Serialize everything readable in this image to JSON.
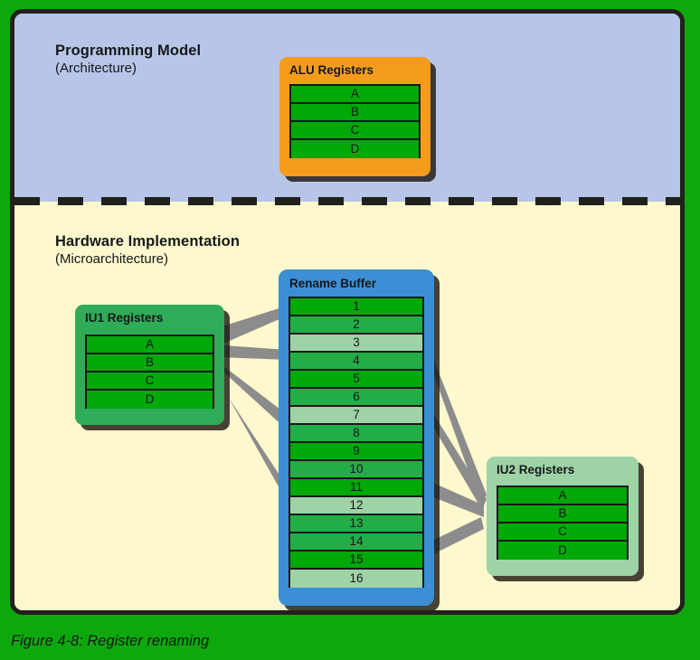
{
  "figure": {
    "caption": "Figure 4-8: Register renaming",
    "page_background": "#0da80d"
  },
  "zones": {
    "architecture": {
      "title": "Programming Model",
      "subtitle": "(Architecture)",
      "background": "#b7c6e8"
    },
    "microarchitecture": {
      "title": "Hardware Implementation",
      "subtitle": "(Microarchitecture)",
      "background": "#fdf8cd"
    }
  },
  "cards": {
    "alu": {
      "title": "ALU Registers",
      "background": "#f59c1d",
      "rows": [
        "A",
        "B",
        "C",
        "D"
      ]
    },
    "iu1": {
      "title": "IU1 Registers",
      "background": "#2fac57",
      "rows": [
        "A",
        "B",
        "C",
        "D"
      ]
    },
    "iu2": {
      "title": "IU2 Registers",
      "background": "#9ed3a6",
      "rows": [
        "A",
        "B",
        "C",
        "D"
      ]
    },
    "rename_buffer": {
      "title": "Rename Buffer",
      "background": "#3c8fd4",
      "row_fill": "#00a808",
      "row_fill_alt": "#24ac47",
      "row_fill_highlight": "#9ed3a6",
      "rows": [
        {
          "label": "1",
          "highlighted": false
        },
        {
          "label": "2",
          "highlighted": false
        },
        {
          "label": "3",
          "highlighted": true
        },
        {
          "label": "4",
          "highlighted": false
        },
        {
          "label": "5",
          "highlighted": false
        },
        {
          "label": "6",
          "highlighted": false
        },
        {
          "label": "7",
          "highlighted": true
        },
        {
          "label": "8",
          "highlighted": false
        },
        {
          "label": "9",
          "highlighted": false
        },
        {
          "label": "10",
          "highlighted": false
        },
        {
          "label": "11",
          "highlighted": false
        },
        {
          "label": "12",
          "highlighted": true
        },
        {
          "label": "13",
          "highlighted": false
        },
        {
          "label": "14",
          "highlighted": false
        },
        {
          "label": "15",
          "highlighted": false
        },
        {
          "label": "16",
          "highlighted": true
        }
      ]
    }
  },
  "connectors": {
    "color": "#8c8c8c",
    "iu1_to_rename_buffer": [
      {
        "from": "IU1",
        "to": "2"
      },
      {
        "from": "IU1",
        "to": "5"
      },
      {
        "from": "IU1",
        "to": "9"
      },
      {
        "from": "IU1",
        "to": "13"
      }
    ],
    "rename_buffer_to_iu2": [
      {
        "from": "3",
        "to": "IU2"
      },
      {
        "from": "7",
        "to": "IU2"
      },
      {
        "from": "12",
        "to": "IU2"
      },
      {
        "from": "16",
        "to": "IU2"
      }
    ]
  }
}
